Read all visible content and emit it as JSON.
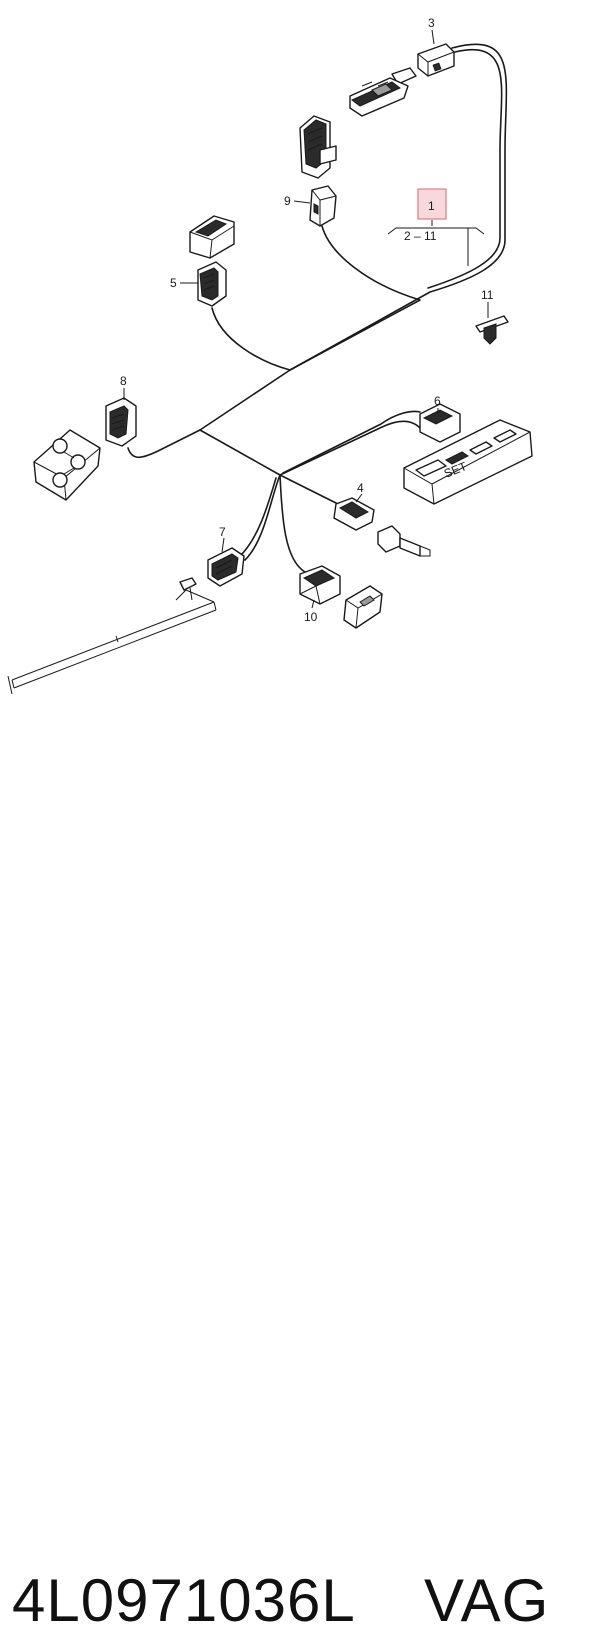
{
  "diagram": {
    "callouts": {
      "c1": "1",
      "c1_range": "2 – 11",
      "c3": "3",
      "c4": "4",
      "c5": "5",
      "c6": "6",
      "c7": "7",
      "c8": "8",
      "c9": "9",
      "c10": "10",
      "c11": "11"
    },
    "highlight_color": "#f7d9dc"
  },
  "caption": {
    "part_number": "4L0971036L",
    "brand": "VAG"
  }
}
